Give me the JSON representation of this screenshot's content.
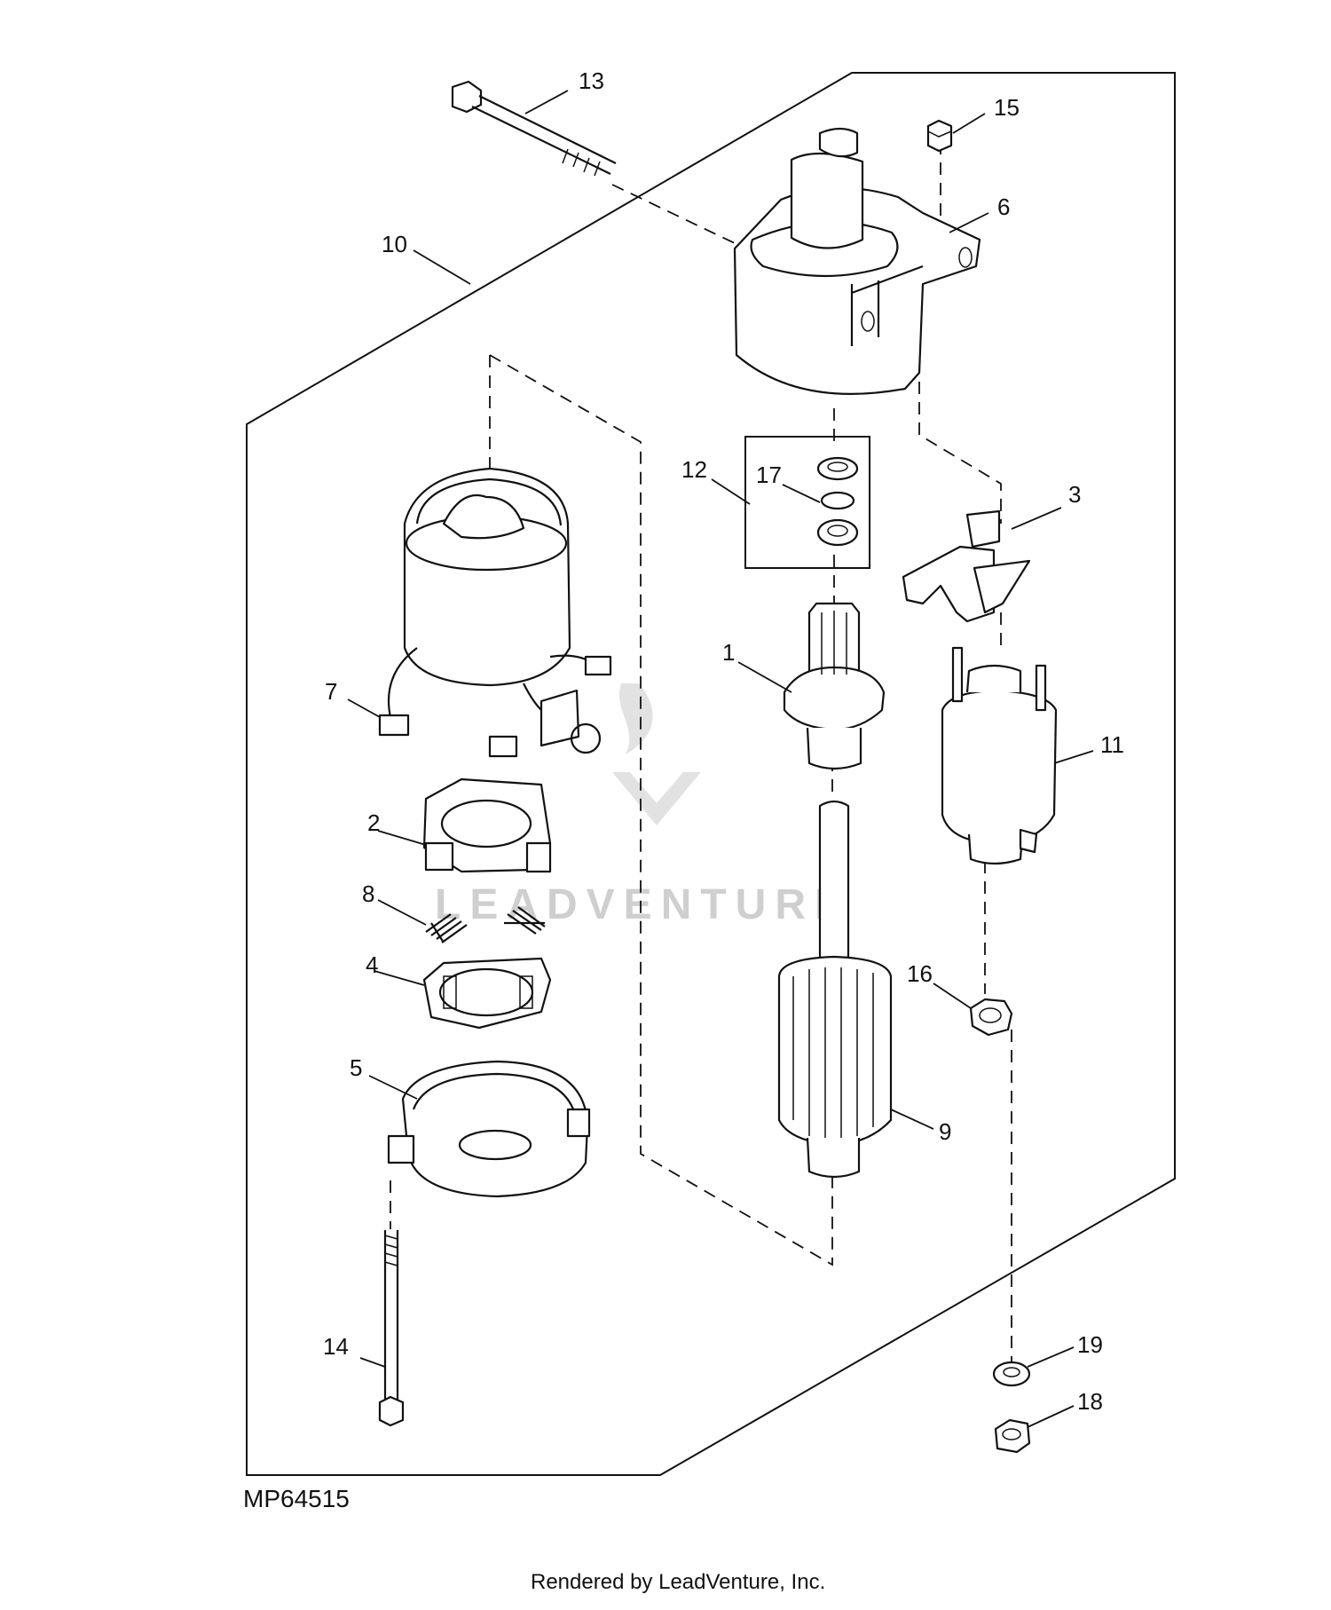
{
  "diagram": {
    "reference_code": "MP64515",
    "footer": "Rendered by LeadVenture, Inc.",
    "watermark": "LEADVENTURE",
    "callouts": [
      {
        "id": "c1",
        "label": "1"
      },
      {
        "id": "c2",
        "label": "2"
      },
      {
        "id": "c3",
        "label": "3"
      },
      {
        "id": "c4",
        "label": "4"
      },
      {
        "id": "c5",
        "label": "5"
      },
      {
        "id": "c6",
        "label": "6"
      },
      {
        "id": "c7",
        "label": "7"
      },
      {
        "id": "c8",
        "label": "8"
      },
      {
        "id": "c9",
        "label": "9"
      },
      {
        "id": "c10",
        "label": "10"
      },
      {
        "id": "c11",
        "label": "11"
      },
      {
        "id": "c12",
        "label": "12"
      },
      {
        "id": "c13",
        "label": "13"
      },
      {
        "id": "c14",
        "label": "14"
      },
      {
        "id": "c15",
        "label": "15"
      },
      {
        "id": "c16",
        "label": "16"
      },
      {
        "id": "c17",
        "label": "17"
      },
      {
        "id": "c18",
        "label": "18"
      },
      {
        "id": "c19",
        "label": "19"
      }
    ]
  }
}
